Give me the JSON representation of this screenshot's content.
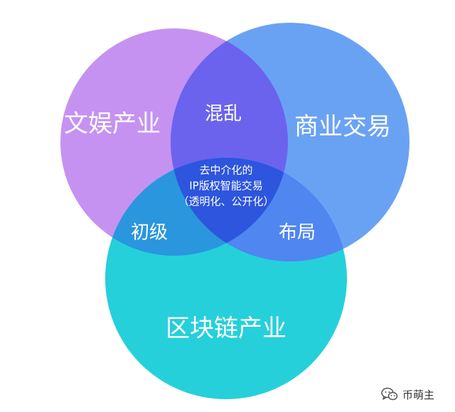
{
  "colors": {
    "circle_entertainment": "#c592f2",
    "circle_commerce": "#6aa2f3",
    "circle_blockchain": "#25d0db",
    "overlap_top": "#6b63ee",
    "overlap_left": "#2a96dd",
    "overlap_right": "#4f86f0",
    "overlap_center": "#2d55dd",
    "text": "#ffffff",
    "watermark_text": "#333333"
  },
  "sets": {
    "entertainment": "文娱产业",
    "commerce": "商业交易",
    "blockchain": "区块链产业"
  },
  "overlaps": {
    "top": "混乱",
    "left": "初级",
    "right": "布局",
    "center": {
      "line1": "去中介化的",
      "line2": "IP版权智能交易",
      "line3": "（透明化、公开化）"
    }
  },
  "watermark": {
    "icon": "wechat-icon",
    "text": "币萌主"
  }
}
